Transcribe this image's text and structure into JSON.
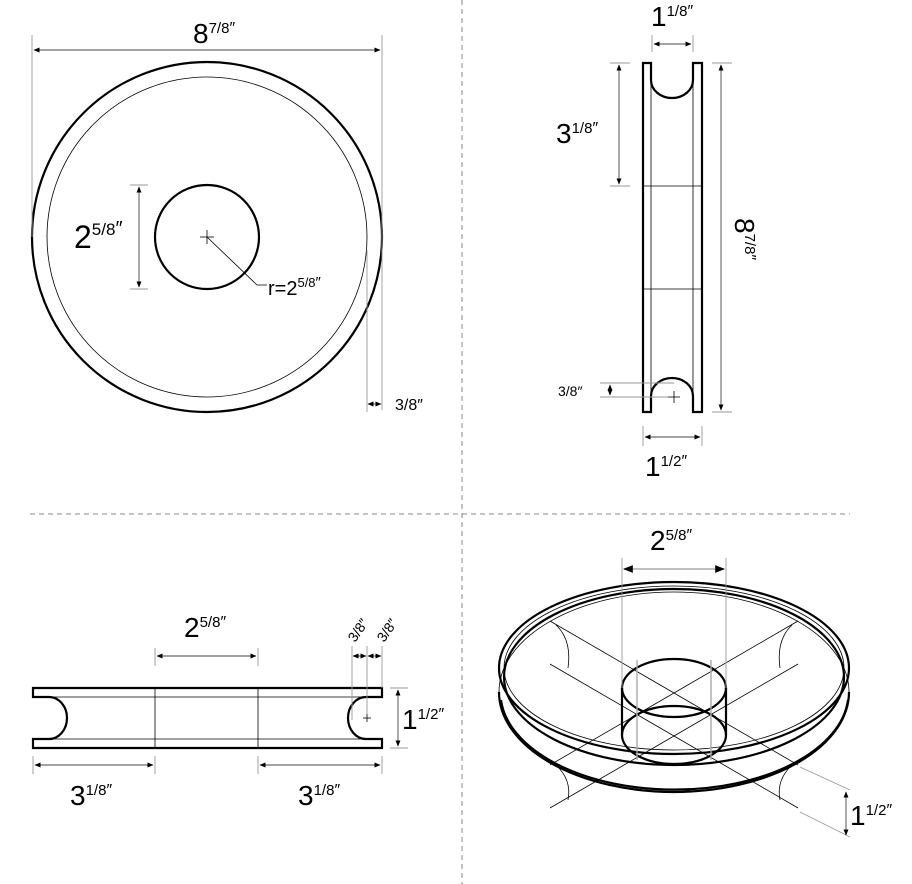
{
  "drawing": {
    "subject": "pulley wheel",
    "units": "inches",
    "views": {
      "top_view": {
        "overall_diameter": {
          "whole": "8",
          "frac": "7/8",
          "unit": "″"
        },
        "hub_diameter": {
          "whole": "2",
          "frac": "5/8",
          "unit": "″"
        },
        "hub_radius_leader": {
          "prefix": "r=2",
          "frac": "5/8",
          "unit": "″"
        },
        "rim_width": {
          "text": "3/8",
          "unit": "″"
        }
      },
      "side_view": {
        "groove_width": {
          "whole": "1",
          "frac": "1/8",
          "unit": "″"
        },
        "spoke_length": {
          "whole": "3",
          "frac": "1/8",
          "unit": "″"
        },
        "overall_height": {
          "whole": "8",
          "frac": "7/8",
          "unit": "″"
        },
        "groove_depth": {
          "text": "3/8",
          "unit": "″"
        },
        "thickness": {
          "whole": "1",
          "frac": "1/2",
          "unit": "″"
        }
      },
      "front_view": {
        "hub_width": {
          "whole": "2",
          "frac": "5/8",
          "unit": "″"
        },
        "rim_a": {
          "text": "3/8",
          "unit": "″"
        },
        "rim_b": {
          "text": "3/8",
          "unit": "″"
        },
        "thickness": {
          "whole": "1",
          "frac": "1/2",
          "unit": "″"
        },
        "left_span": {
          "whole": "3",
          "frac": "1/8",
          "unit": "″"
        },
        "right_span": {
          "whole": "3",
          "frac": "1/8",
          "unit": "″"
        }
      },
      "isometric_view": {
        "hub_diameter": {
          "whole": "2",
          "frac": "5/8",
          "unit": "″"
        },
        "thickness": {
          "whole": "1",
          "frac": "1/2",
          "unit": "″"
        }
      }
    }
  }
}
